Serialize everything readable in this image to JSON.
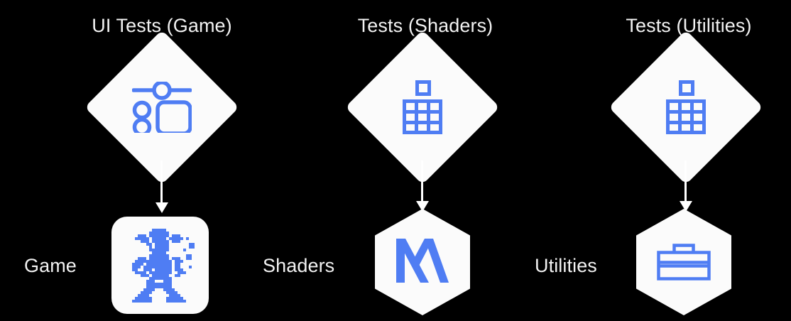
{
  "page": {
    "background_color": "#000000",
    "accent_blue": "#4f7df3",
    "node_fill": "#fbfbfb",
    "text_color": "#f2f2f2",
    "arrow_color": "#ffffff"
  },
  "columns": [
    {
      "id": "game",
      "title": "UI Tests (Game)",
      "test_icon": "ui-test-bundle-icon",
      "target_label": "Game",
      "target_icon": "game-app-sprite-icon",
      "target_shape": "rounded-square"
    },
    {
      "id": "shaders",
      "title": "Tests (Shaders)",
      "test_icon": "unit-test-bundle-icon",
      "target_label": "Shaders",
      "target_icon": "metal-framework-icon",
      "target_shape": "hexagon"
    },
    {
      "id": "utilities",
      "title": "Tests (Utilities)",
      "test_icon": "unit-test-bundle-icon",
      "target_label": "Utilities",
      "target_icon": "toolbox-framework-icon",
      "target_shape": "hexagon"
    }
  ]
}
